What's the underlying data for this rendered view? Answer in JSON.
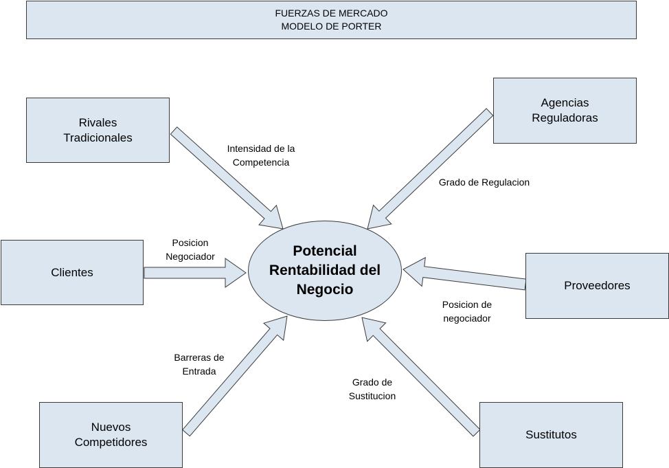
{
  "title": {
    "line1": "FUERZAS DE MERCADO",
    "line2": "MODELO DE PORTER"
  },
  "center": "Potencial\nRentabilidad del\nNegocio",
  "forces": {
    "rivales": "Rivales\nTradicionales",
    "agencias": "Agencias\nReguladoras",
    "clientes": "Clientes",
    "proveedores": "Proveedores",
    "nuevos": "Nuevos\nCompetidores",
    "sustitutos": "Sustitutos"
  },
  "arrow_labels": {
    "rivales": "Intensidad de la\nCompetencia",
    "agencias": "Grado de Regulacion",
    "clientes": "Posicion\nNegociador",
    "proveedores": "Posicion de\nnegociador",
    "nuevos": "Barreras de\nEntrada",
    "sustitutos": "Grado de\nSustitucion"
  },
  "colors": {
    "box_fill": "#dce6f1",
    "stroke": "#3a3a3a"
  }
}
